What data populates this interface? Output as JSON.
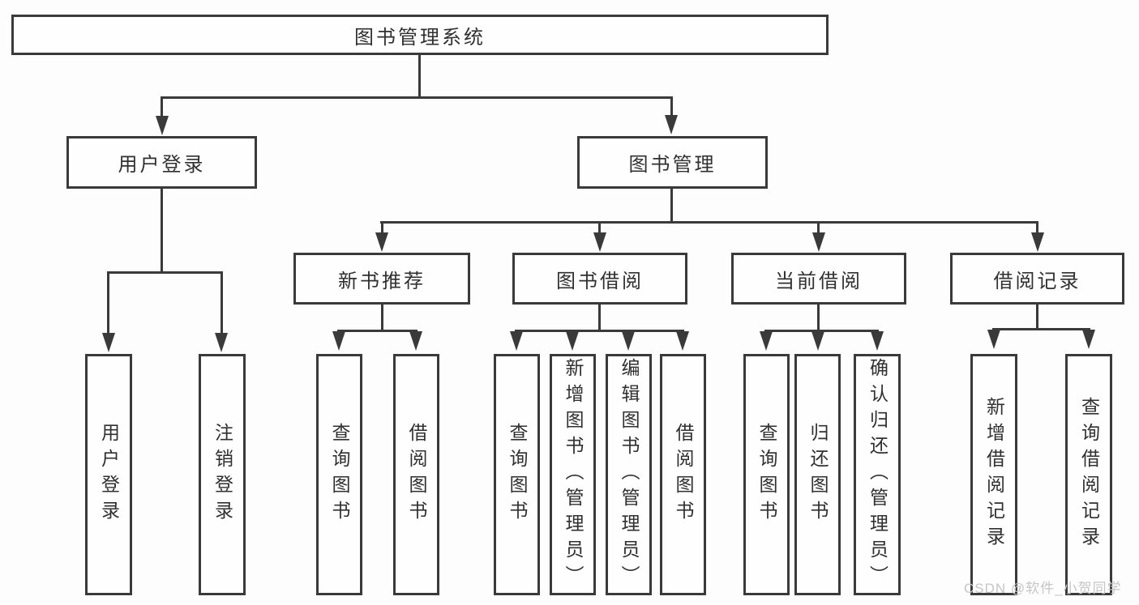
{
  "diagram": {
    "root": {
      "label": "图书管理系统"
    },
    "level2": [
      {
        "label": "用户登录"
      },
      {
        "label": "图书管理"
      }
    ],
    "level3": [
      {
        "label": "新书推荐"
      },
      {
        "label": "图书借阅"
      },
      {
        "label": "当前借阅"
      },
      {
        "label": "借阅记录"
      }
    ],
    "leaves": {
      "user_login": [
        {
          "label": "用户登录"
        },
        {
          "label": "注销登录"
        }
      ],
      "new_book_recommendation": [
        {
          "label": "查询图书"
        },
        {
          "label": "借阅图书"
        }
      ],
      "book_borrowing": [
        {
          "label": "查询图书"
        },
        {
          "label": "新增图书（管理员）"
        },
        {
          "label": "编辑图书（管理员）"
        },
        {
          "label": "借阅图书"
        }
      ],
      "current_borrowing": [
        {
          "label": "查询图书"
        },
        {
          "label": "归还图书"
        },
        {
          "label": "确认归还（管理员）"
        }
      ],
      "borrowing_records": [
        {
          "label": "新增借阅记录"
        },
        {
          "label": "查询借阅记录"
        }
      ]
    }
  },
  "watermark": {
    "text": "CSDN @软件_小贺同学"
  },
  "colors": {
    "line": "#3a3a3a",
    "text": "#303030",
    "background": "#fdfdfd",
    "box_fill": "#fefefe",
    "watermark": "#c6c6c6"
  }
}
